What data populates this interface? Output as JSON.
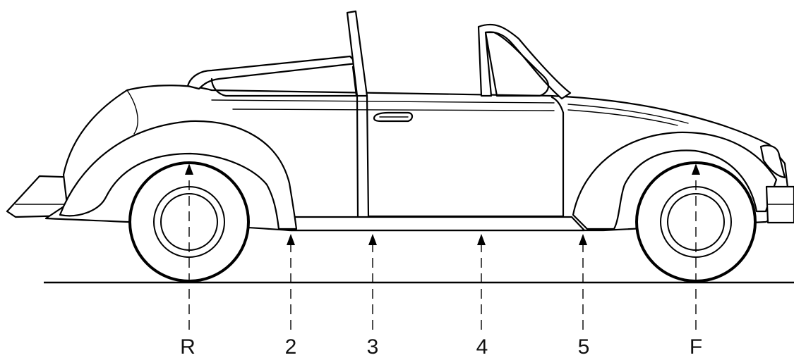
{
  "diagram": {
    "reference_points": [
      {
        "id": "R",
        "label": "R"
      },
      {
        "id": "p2",
        "label": "2"
      },
      {
        "id": "p3",
        "label": "3"
      },
      {
        "id": "p4",
        "label": "4"
      },
      {
        "id": "p5",
        "label": "5"
      },
      {
        "id": "F",
        "label": "F"
      }
    ]
  }
}
